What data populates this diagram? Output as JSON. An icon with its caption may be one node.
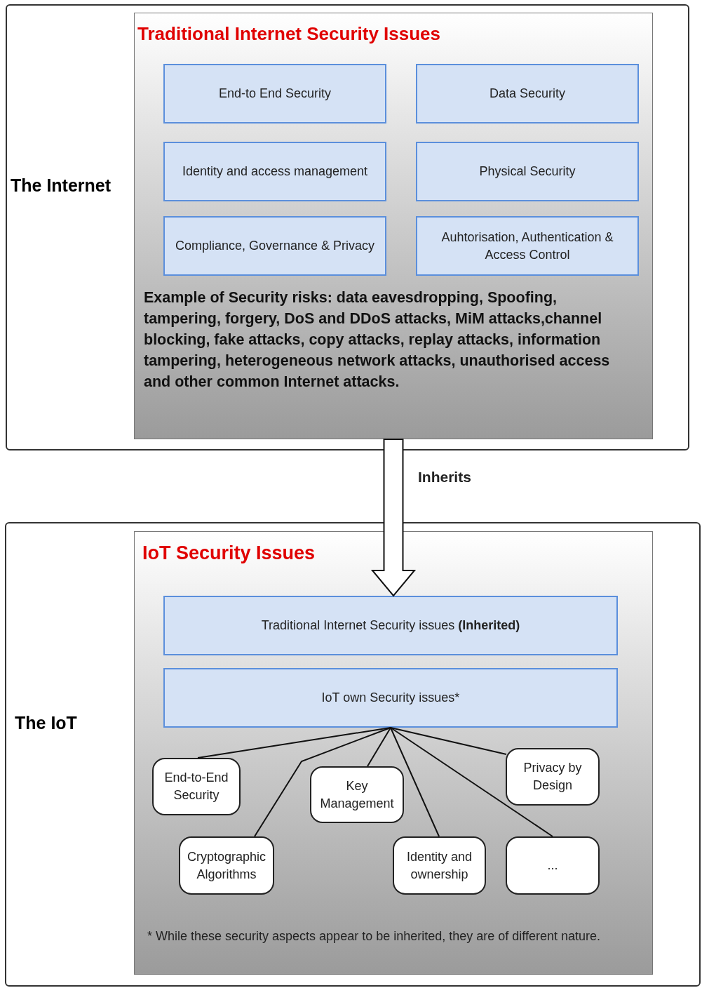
{
  "diagram": {
    "nodes": [
      {
        "text": [
          "The Internet"
        ]
      },
      {
        "text": [
          "Traditional Internet Security Issues",
          "Example of Security risks: data eavesdropping, Spoofing, tampering, forgery, DoS and DDoS attacks, MiM attacks,channel blocking, fake attacks, copy attacks, replay attacks, information tampering, heterogeneous network attacks, unauthorised access and other common Internet attacks."
        ],
        "in": 0
      },
      {
        "text": [
          "End-to End Security"
        ],
        "in": 1
      },
      {
        "text": [
          "Data Security"
        ],
        "in": 1
      },
      {
        "text": [
          "Identity and access management"
        ],
        "in": 1
      },
      {
        "text": [
          "Physical Security"
        ],
        "in": 1
      },
      {
        "text": [
          "Compliance, Governance & Privacy"
        ],
        "in": 1
      },
      {
        "text": [
          "Auhtorisation, Authentication & Access Control"
        ],
        "in": 1
      },
      {
        "text": [
          "The IoT"
        ]
      },
      {
        "text": [
          "IoT Security Issues",
          "* While these security aspects appear to be inherited, they are of different nature."
        ],
        "in": 8
      },
      {
        "text": [
          "Traditional Internet Security issues **(Inherited)**"
        ],
        "in": 9
      },
      {
        "text": [
          "IoT own Security issues*"
        ],
        "in": 9
      },
      {
        "text": [
          "End-to-End Security"
        ],
        "in": 9
      },
      {
        "text": [
          "Key Management"
        ],
        "in": 9
      },
      {
        "text": [
          "Privacy by Design"
        ],
        "in": 9
      },
      {
        "text": [
          "Cryptographic Algorithms"
        ],
        "in": 9
      },
      {
        "text": [
          "Identity and ownership"
        ],
        "in": 9
      },
      {
        "text": [
          "..."
        ],
        "in": 9
      }
    ],
    "edges": [
      {
        "from": 1,
        "to": 10,
        "arrow": "to",
        "label": "Inherits",
        "style": "thick"
      },
      {
        "from": 11,
        "to": 12,
        "arrow": "none"
      },
      {
        "from": 11,
        "to": 13,
        "arrow": "none"
      },
      {
        "from": 11,
        "to": 14,
        "arrow": "none"
      },
      {
        "from": 11,
        "to": 15,
        "arrow": "none"
      },
      {
        "from": 11,
        "to": 16,
        "arrow": "none"
      },
      {
        "from": 11,
        "to": 17,
        "arrow": "none"
      }
    ]
  }
}
